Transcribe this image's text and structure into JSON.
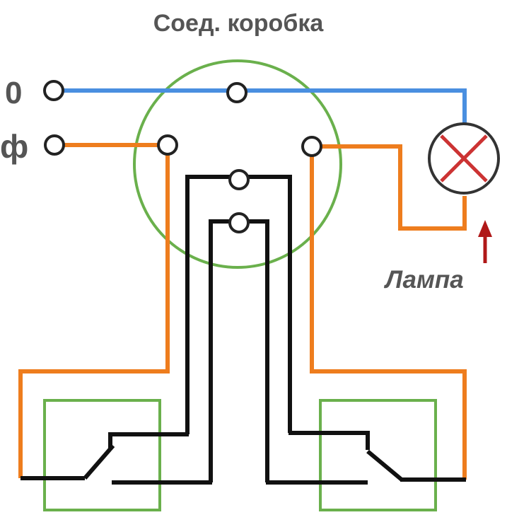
{
  "title": "Соед. коробка",
  "labels": {
    "neutral": "0",
    "phase": "ф",
    "lamp": "Лампа"
  },
  "colors": {
    "neutral_wire": "#4a8fe0",
    "phase_wire": "#ee7d1e",
    "traveler_wire": "#111111",
    "junction_box": "#6ab04c",
    "switch_box": "#6ab04c",
    "lamp_cross": "#cc3333",
    "lamp_arrow": "#b01818",
    "label_gray": "#555555",
    "lamp_label": "#555555"
  },
  "icons": {
    "lamp": "lamp-cross-icon",
    "terminal": "terminal-circle-icon",
    "switch": "two-way-switch-icon",
    "arrow": "up-arrow-icon"
  }
}
